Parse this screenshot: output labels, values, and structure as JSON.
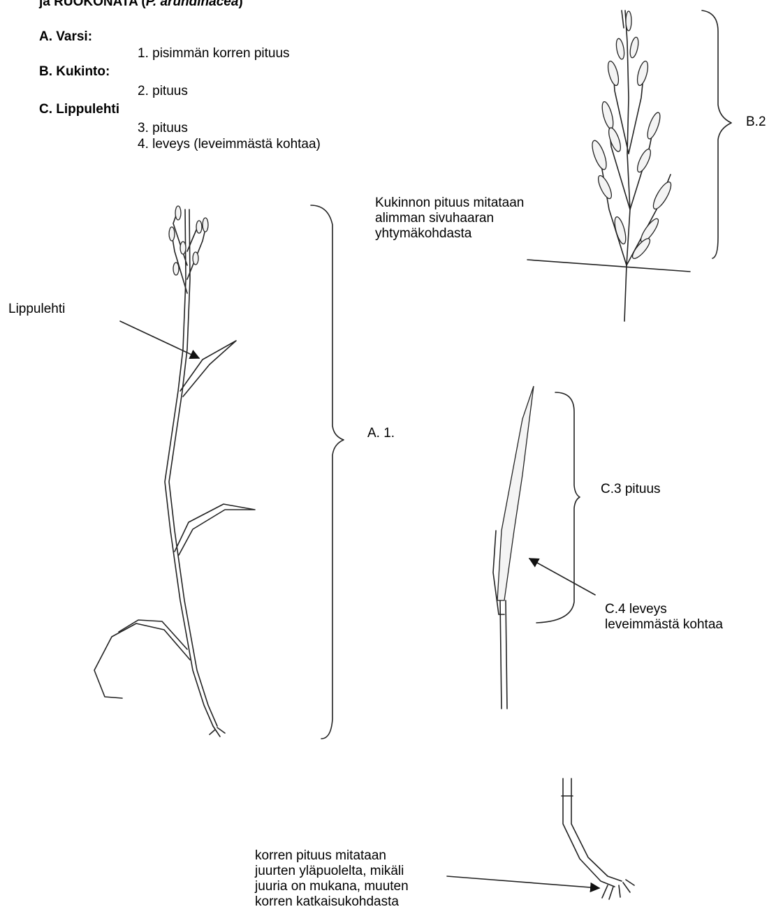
{
  "header": {
    "title_prefix": "ja RUOKONATA (",
    "title_italic": "P. arundinacea",
    "title_suffix": ")"
  },
  "measurements": {
    "a_heading": "A. Varsi:",
    "a1": "1. pisimmän korren pituus",
    "b_heading": "B. Kukinto:",
    "b2": "2. pituus",
    "c_heading": "C. Lippulehti",
    "c3": "3. pituus",
    "c4": "4. leveys (leveimmästä kohtaa)"
  },
  "labels": {
    "b2": "B.2",
    "inflorescence_note": "Kukinnon pituus mitataan\nalimman sivuhaaran\nyhtymäkohdasta",
    "flag_leaf": "Lippulehti",
    "a1": "A. 1.",
    "c3": "C.3 pituus",
    "c4": "C.4 leveys\nleveimmästä kohtaa",
    "stem_note": "korren pituus mitataan\njuurten yläpuolelta, mikäli\njuuria on mukana, muuten\nkorren katkaisukohdasta"
  }
}
